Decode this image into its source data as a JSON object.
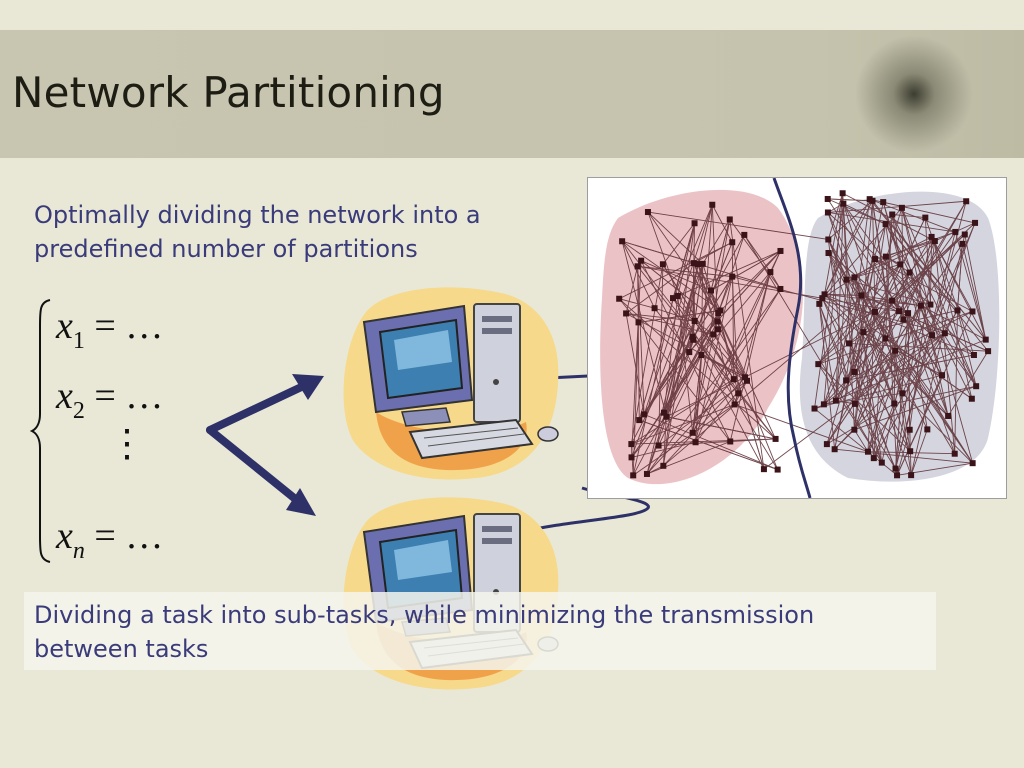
{
  "slide": {
    "title": "Network Partitioning",
    "subtitle": "Optimally dividing the network into a predefined number of partitions",
    "bottom_text": "Dividing a task into sub-tasks, while minimizing the transmission between tasks"
  },
  "equations": {
    "rows": [
      {
        "var": "x",
        "sub": "1",
        "rhs": " = …"
      },
      {
        "var": "x",
        "sub": "2",
        "rhs": " = …"
      },
      {
        "var": "x",
        "sub": "n",
        "rhs": " = …"
      }
    ],
    "vdots": "⋮"
  },
  "illustrations": {
    "computers": [
      "computer-illustration",
      "computer-illustration"
    ],
    "network": "network-graph-two-partitions"
  },
  "colors": {
    "title_band": "#c6c4ae",
    "background": "#e9e8d6",
    "text_accent": "#3a3b7a",
    "partition_left": "#ebc3c6",
    "partition_right": "#d4d5de",
    "divider": "#2e3168"
  }
}
